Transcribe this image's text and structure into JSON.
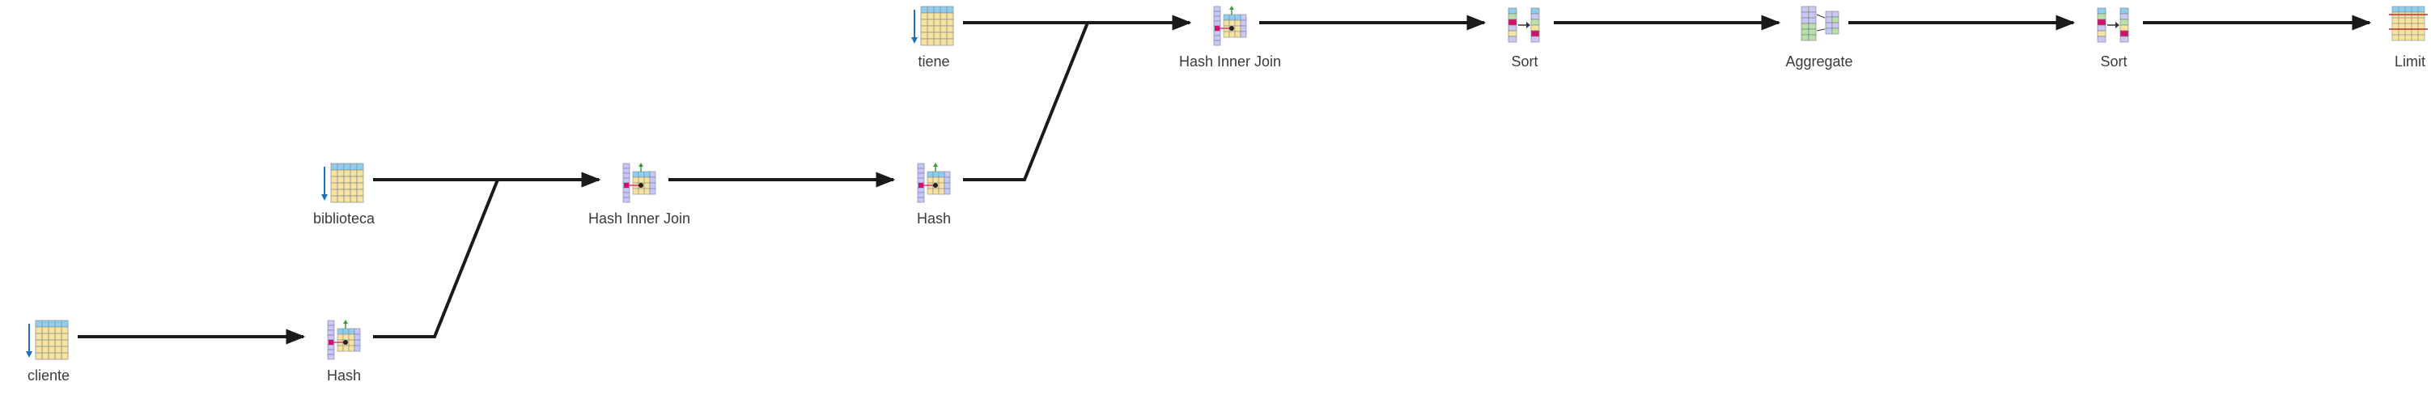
{
  "diagram": {
    "nodes": [
      {
        "id": "n_tiene",
        "label": "tiene",
        "icon": "table-scan-icon"
      },
      {
        "id": "n_hij_top",
        "label": "Hash Inner Join",
        "icon": "hash-join-icon"
      },
      {
        "id": "n_sort1",
        "label": "Sort",
        "icon": "sort-icon"
      },
      {
        "id": "n_agg",
        "label": "Aggregate",
        "icon": "aggregate-icon"
      },
      {
        "id": "n_sort2",
        "label": "Sort",
        "icon": "sort-icon"
      },
      {
        "id": "n_limit",
        "label": "Limit",
        "icon": "limit-icon"
      },
      {
        "id": "n_biblioteca",
        "label": "biblioteca",
        "icon": "table-scan-icon"
      },
      {
        "id": "n_hij_mid",
        "label": "Hash Inner Join",
        "icon": "hash-join-icon"
      },
      {
        "id": "n_hash_mid",
        "label": "Hash",
        "icon": "hash-icon"
      },
      {
        "id": "n_cliente",
        "label": "cliente",
        "icon": "table-scan-icon"
      },
      {
        "id": "n_hash_bot",
        "label": "Hash",
        "icon": "hash-icon"
      }
    ],
    "edges": [
      {
        "from": "n_cliente",
        "to": "n_hash_bot"
      },
      {
        "from": "n_hash_bot",
        "to": "n_hij_mid"
      },
      {
        "from": "n_biblioteca",
        "to": "n_hij_mid"
      },
      {
        "from": "n_hij_mid",
        "to": "n_hash_mid"
      },
      {
        "from": "n_hash_mid",
        "to": "n_hij_top"
      },
      {
        "from": "n_tiene",
        "to": "n_hij_top"
      },
      {
        "from": "n_hij_top",
        "to": "n_sort1"
      },
      {
        "from": "n_sort1",
        "to": "n_agg"
      },
      {
        "from": "n_agg",
        "to": "n_sort2"
      },
      {
        "from": "n_sort2",
        "to": "n_limit"
      }
    ]
  },
  "colors": {
    "edge": "#1a1a1a",
    "label": "#3a3a3a",
    "table_cell": "#f7e3a0",
    "table_header": "#8ecdf0",
    "index_column": "#c8c8f4",
    "join_marker": "#d0106a",
    "green": "#3a9c3a",
    "arrow_blue": "#1e73b8"
  }
}
